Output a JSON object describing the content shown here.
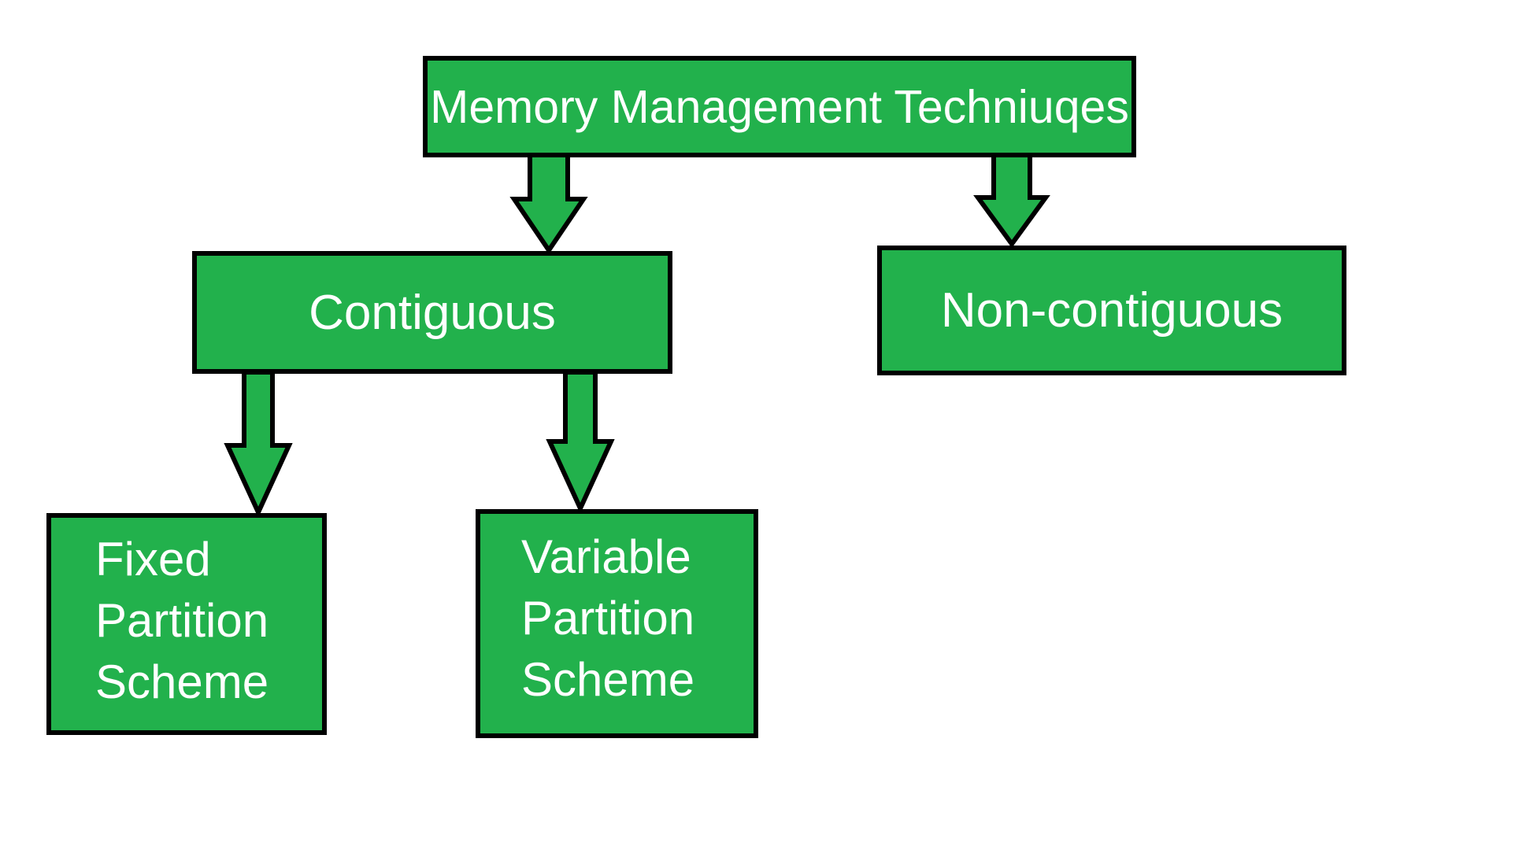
{
  "colors": {
    "node_fill": "#22b14c",
    "node_border": "#000000",
    "node_text": "#ffffff",
    "background": "#ffffff"
  },
  "diagram": {
    "root": {
      "label": "Memory Management Techniuqes"
    },
    "level1": [
      {
        "label": "Contiguous"
      },
      {
        "label": "Non-contiguous"
      }
    ],
    "level2": [
      {
        "lines": [
          "Fixed",
          "Partition",
          "Scheme"
        ]
      },
      {
        "lines": [
          "Variable",
          "Partition",
          "Scheme"
        ]
      }
    ]
  }
}
